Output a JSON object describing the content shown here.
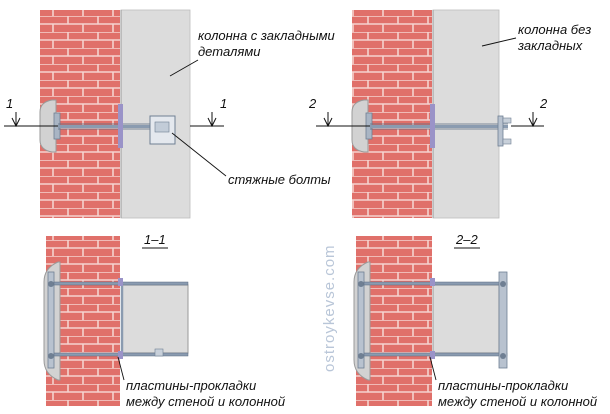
{
  "labels": {
    "column_with_parts_line1": "колонна с закладными",
    "column_with_parts_line2": "деталями",
    "column_without_parts_line1": "колонна без",
    "column_without_parts_line2": "закладных",
    "tie_bolts": "стяжные болты",
    "pads_left_line1": "пластины-прокладки",
    "pads_left_line2": "между стеной и колонной",
    "pads_right_line1": "пластины-прокладки",
    "pads_right_line2": "между стеной и колонной"
  },
  "section_marks": {
    "left_cut_left": "1",
    "left_cut_right": "1",
    "right_cut_left": "2",
    "right_cut_right": "2",
    "section_1": "1–1",
    "section_2": "2–2"
  },
  "watermark": "ostroykevse.com",
  "colors": {
    "brick": "#e0706a",
    "mortar": "#f3d6d2",
    "column": "#dcdcdc",
    "steel": "#8a9bb0",
    "plate": "#9a93c8"
  }
}
